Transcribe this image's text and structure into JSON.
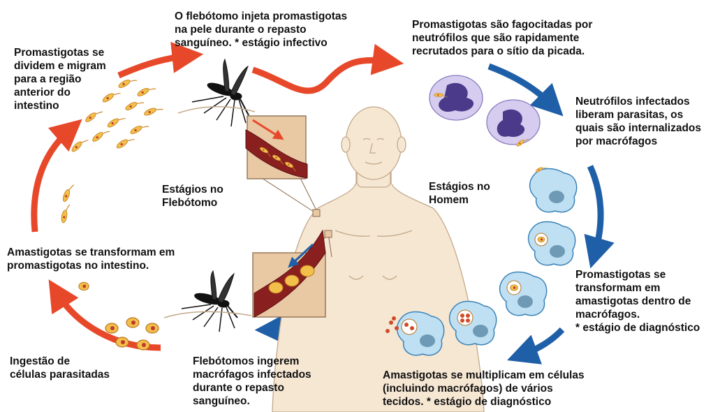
{
  "colors": {
    "orange_arrow": "#E8482A",
    "blue_arrow": "#1F5FA8",
    "skin": "#f6e7d3",
    "outline": "#c3a98a",
    "parasite": "#f2c04a",
    "blood": "#8a1f1f",
    "neutrophil": "#b7a9dd",
    "macrophage": "#a8d2ee"
  },
  "labels": {
    "injection": [
      "O flebótomo injeta promastigotas",
      "na pele durante o repasto",
      "sanguíneo. * estágio infectivo"
    ],
    "phagocytosis": [
      "Promastigotas são fagocitadas por",
      "neutrófilos  que são rapidamente",
      "recrutados para o sítio  da picada."
    ],
    "neutrophils_release": [
      "Neutrófilos infectados",
      "liberam parasitas, os",
      "quais são internalizados",
      "por macrófagos"
    ],
    "transform_in_macrophage": [
      "Promastigotas se",
      "transformam em",
      "amastigotas dentro de",
      "macrófagos.",
      "* estágio de diagnóstico"
    ],
    "multiply": [
      "Amastigotas se multiplicam  em células",
      "(incluindo macrófagos) de vários",
      "tecidos.  * estágio de diagnóstico"
    ],
    "ingest_macrophages": [
      "Flebótomos ingerem",
      "macrófagos infectados",
      "durante o repasto",
      "sanguíneo."
    ],
    "ingest_cells": [
      "Ingestão de",
      "células parasitadas"
    ],
    "transform_in_gut": [
      "Amastigotas se transformam em",
      "promastigotas no intestino."
    ],
    "divide_migrate": [
      "Promastigotas se",
      "dividem e migram",
      "para a região",
      "anterior do",
      "intestino"
    ],
    "stages_sandfly": [
      "Estágios no",
      "Flebótomo"
    ],
    "stages_human": [
      "Estágios no",
      "Homem"
    ]
  }
}
